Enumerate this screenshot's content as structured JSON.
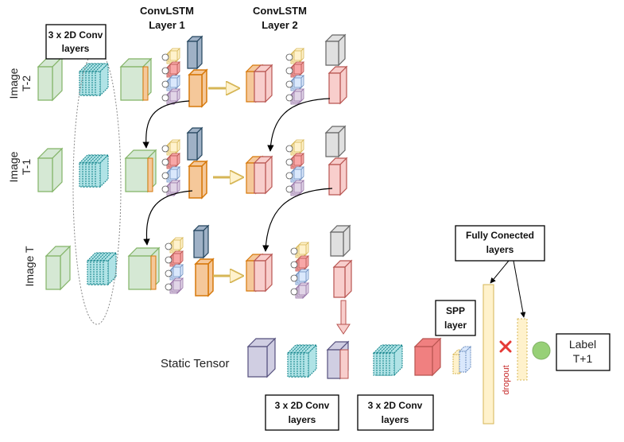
{
  "labels": {
    "convlstm1_line1": "ConvLSTM",
    "convlstm1_line2": "Layer 1",
    "convlstm2_line1": "ConvLSTM",
    "convlstm2_line2": "Layer 2",
    "conv_box_top_line1": "3 x 2D Conv",
    "conv_box_top_line2": "layers",
    "image_t2_line1": "Image",
    "image_t2_line2": "T-2",
    "image_t1_line1": "Image",
    "image_t1_line2": "T-1",
    "image_t": "Image T",
    "static_tensor": "Static Tensor",
    "conv_box_b1_line1": "3 x 2D Conv",
    "conv_box_b1_line2": "layers",
    "conv_box_b2_line1": "3 x 2D Conv",
    "conv_box_b2_line2": "layers",
    "spp_line1": "SPP",
    "spp_line2": "layer",
    "fc_line1": "Fully Conected",
    "fc_line2": "layers",
    "dropout": "dropout",
    "label_line1": "Label",
    "label_line2": "T+1"
  },
  "colors": {
    "green_fill": "#d5e8d4",
    "green_stroke": "#82b366",
    "cyan_fill": "#b0e3e6",
    "cyan_stroke": "#0e8088",
    "orange_fill": "#f5c89a",
    "orange_stroke": "#d6790b",
    "pink_fill": "#f8cecc",
    "pink_stroke": "#b85450",
    "slate_fill": "#9fb1c6",
    "slate_stroke": "#23445d",
    "gray_fill": "#e0e0e0",
    "gray_stroke": "#666666",
    "purple_fill": "#d0cee2",
    "purple_stroke": "#56517e",
    "red_fill": "#f08080",
    "red_stroke": "#b85450",
    "yellow_fill": "#fff2cc",
    "yellow_stroke": "#d6b656",
    "blue_fill": "#dae8fc",
    "blue_stroke": "#6c8ebf",
    "dropout_cross": "#e53935",
    "output_dot": "#97d077"
  }
}
